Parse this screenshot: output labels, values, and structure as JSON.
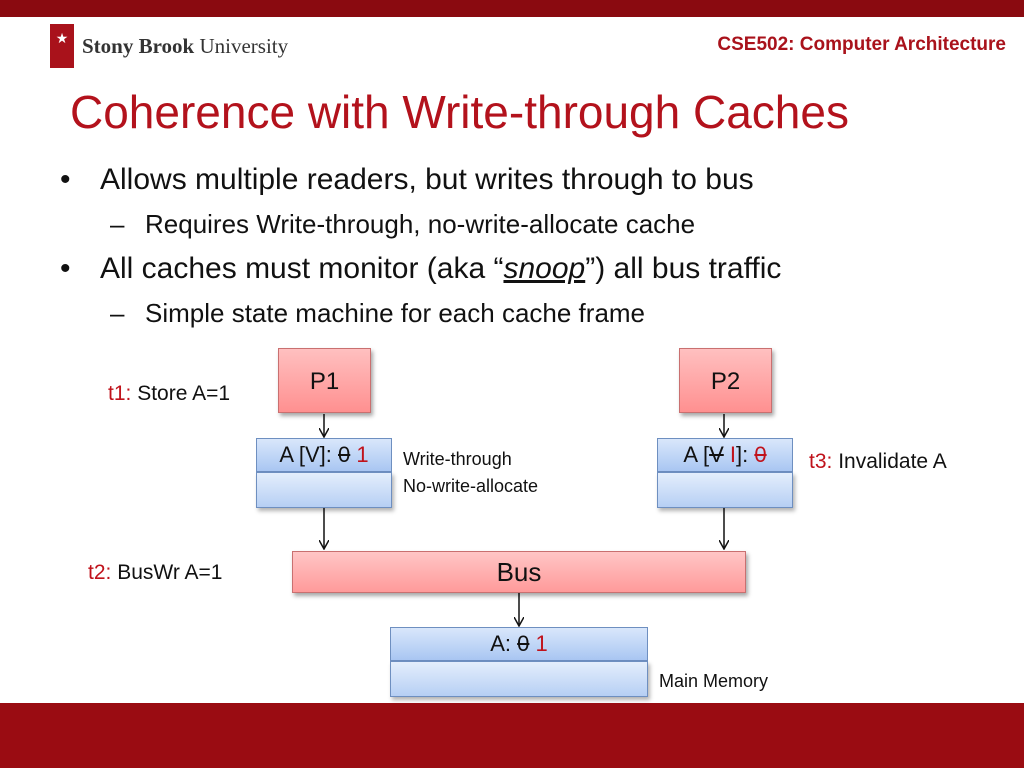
{
  "header": {
    "university_part1": "Stony Brook",
    "university_part2": "University",
    "course": "CSE502: Computer Architecture"
  },
  "slide": {
    "title": "Coherence with Write-through Caches",
    "bullets": [
      {
        "text": "Allows multiple readers, but writes through to bus",
        "sub": "Requires Write-through, no-write-allocate cache"
      },
      {
        "text_before": "All caches must monitor (aka “",
        "emph": "snoop",
        "text_after": "”) all bus traffic",
        "sub": "Simple state machine for each cache frame"
      }
    ],
    "bullet_glyph": "•",
    "sub_glyph": "–"
  },
  "diagram": {
    "p1": "P1",
    "p2": "P2",
    "t1_tag": "t1:",
    "t1_text": "Store A=1",
    "t2_tag": "t2:",
    "t2_text": "BusWr A=1",
    "t3_tag": "t3:",
    "t3_text": "Invalidate A",
    "cache1": {
      "prefix": "A [V]: ",
      "old": "0",
      "new": "1"
    },
    "cache2": {
      "prefix": "A [",
      "old_state": "V",
      "new_state": "I",
      "mid": "]: ",
      "old": "0"
    },
    "cache1_note_line1": "Write-through",
    "cache1_note_line2": "No-write-allocate",
    "bus": "Bus",
    "memory": {
      "prefix": "A: ",
      "old": "0",
      "new": "1"
    },
    "memory_label": "Main Memory"
  },
  "colors": {
    "brand_red": "#a9121b",
    "title_red": "#b3121c",
    "proc_fill": "#ff9f9f",
    "cache_fill": "#b6cff4"
  }
}
